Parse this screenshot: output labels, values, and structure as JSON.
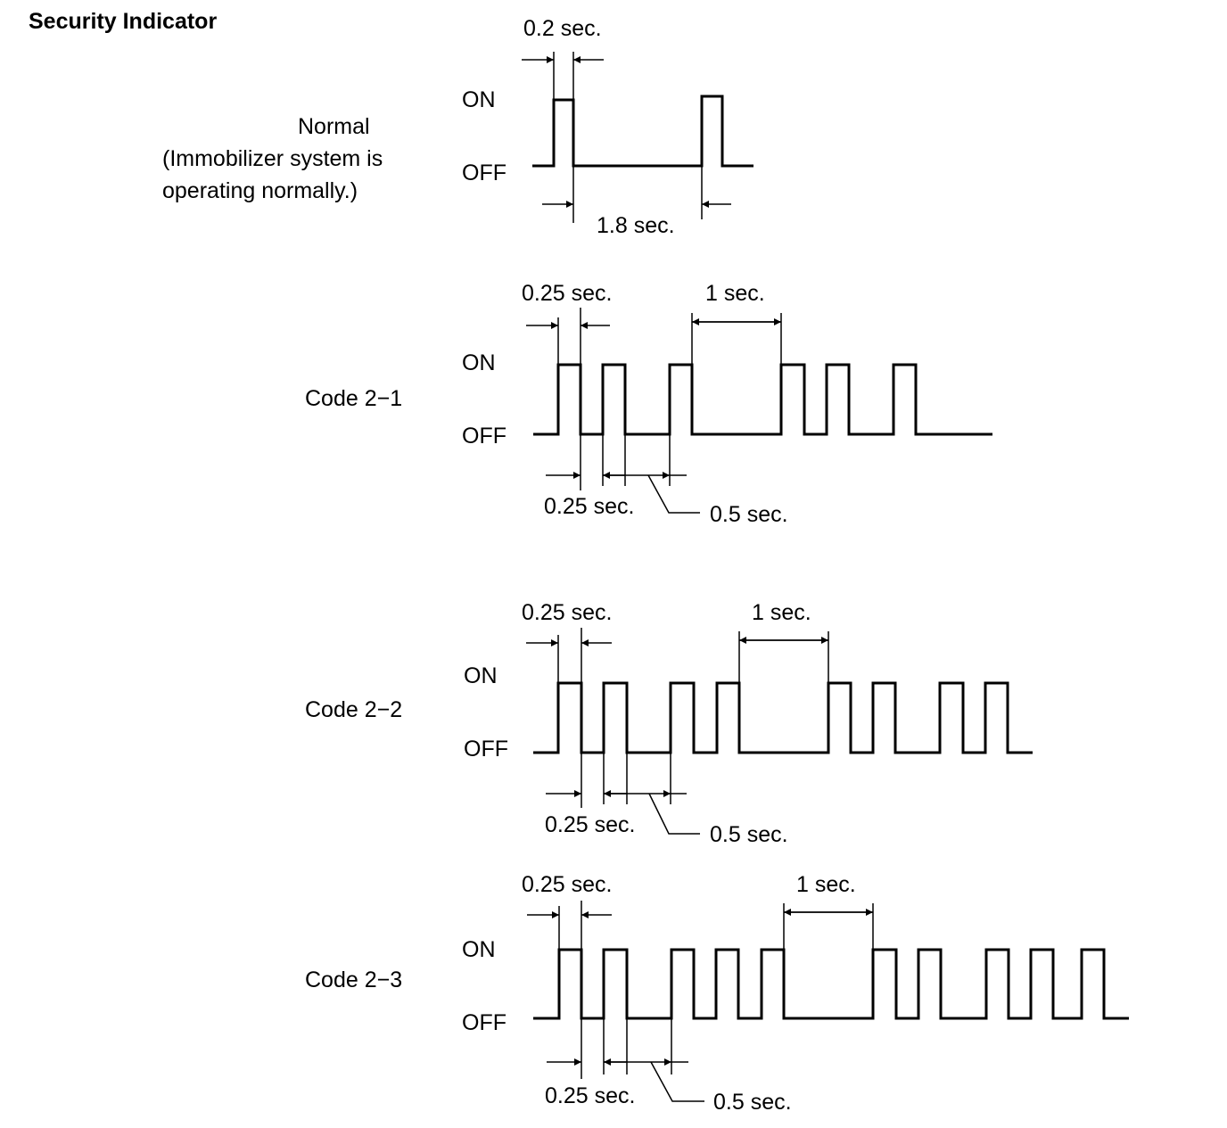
{
  "title": "Security Indicator",
  "level_labels": {
    "on": "ON",
    "off": "OFF"
  },
  "diagrams": [
    {
      "id": "normal",
      "label_lines": [
        "Normal",
        "(Immobilizer system is",
        "operating normally.)"
      ],
      "on_duration": "0.2 sec.",
      "off_duration": "1.8 sec."
    },
    {
      "id": "code-2-1",
      "label_lines": [
        "Code 2−1"
      ],
      "on_duration": "0.25 sec.",
      "pause_duration": "1 sec.",
      "off_duration": "0.25 sec.",
      "long_off_duration": "0.5 sec."
    },
    {
      "id": "code-2-2",
      "label_lines": [
        "Code 2−2"
      ],
      "on_duration": "0.25 sec.",
      "pause_duration": "1 sec.",
      "off_duration": "0.25 sec.",
      "long_off_duration": "0.5 sec."
    },
    {
      "id": "code-2-3",
      "label_lines": [
        "Code 2−3"
      ],
      "on_duration": "0.25 sec.",
      "pause_duration": "1 sec.",
      "off_duration": "0.25 sec.",
      "long_off_duration": "0.5 sec."
    }
  ]
}
